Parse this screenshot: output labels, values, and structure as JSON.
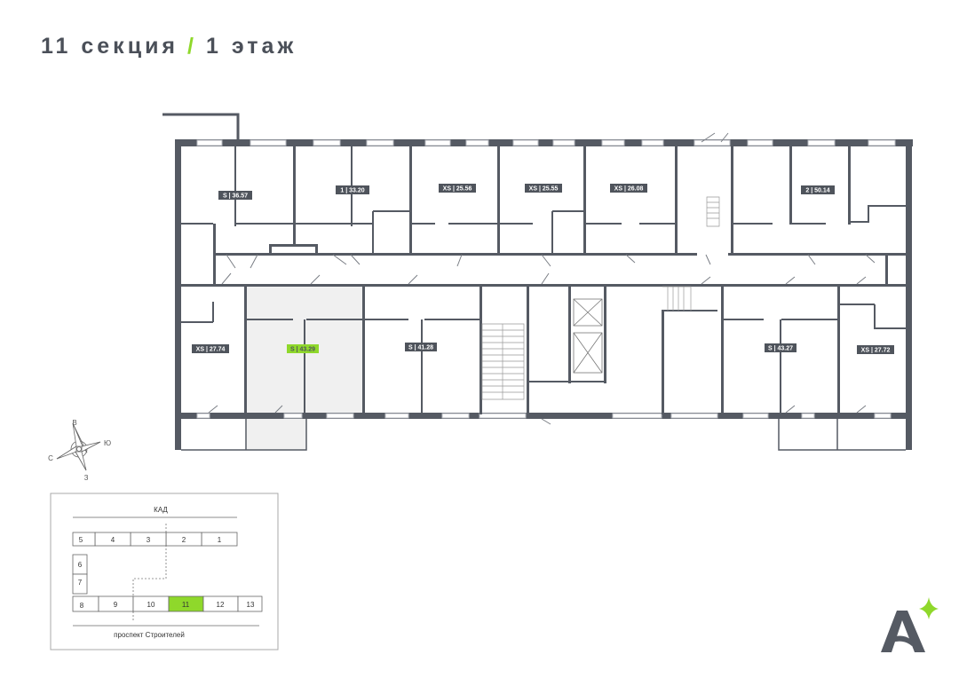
{
  "header": {
    "section": "11 секция",
    "separator": "/",
    "floor": "1 этаж"
  },
  "apartments": [
    {
      "label": "S | 36.57",
      "selected": false
    },
    {
      "label": "1 | 33.20",
      "selected": false
    },
    {
      "label": "XS | 25.56",
      "selected": false
    },
    {
      "label": "XS | 25.55",
      "selected": false
    },
    {
      "label": "XS | 26.08",
      "selected": false
    },
    {
      "label": "2 | 50.14",
      "selected": false
    },
    {
      "label": "XS | 27.74",
      "selected": false
    },
    {
      "label": "S | 43.29",
      "selected": true
    },
    {
      "label": "S | 41.28",
      "selected": false
    },
    {
      "label": "S | 43.27",
      "selected": false
    },
    {
      "label": "XS | 27.72",
      "selected": false
    }
  ],
  "compass": {
    "n": "В",
    "e": "Ю",
    "s": "З",
    "w": "С"
  },
  "site_map": {
    "top_road": "КАД",
    "bottom_road": "проспект Строителей",
    "sections": [
      "1",
      "2",
      "3",
      "4",
      "5",
      "6",
      "7",
      "8",
      "9",
      "10",
      "11",
      "12",
      "13"
    ],
    "selected_section": "11"
  },
  "colors": {
    "accent": "#8fd82b",
    "wall": "#555a63",
    "selected_fill": "#f0f0f0"
  }
}
